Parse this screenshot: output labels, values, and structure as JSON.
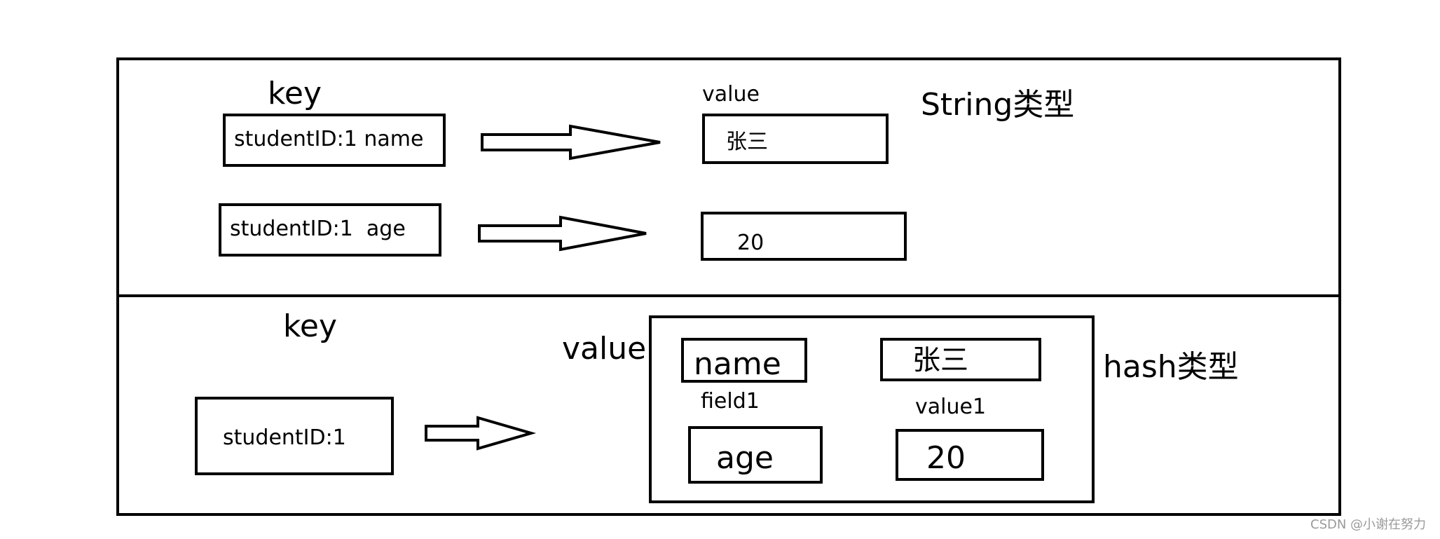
{
  "string_section": {
    "key_label": "key",
    "value_label": "value",
    "type_label": "String类型",
    "rows": [
      {
        "key": "studentID:1 name",
        "value": "张三"
      },
      {
        "key": "studentID:1  age",
        "value": "20"
      }
    ]
  },
  "hash_section": {
    "key_label": "key",
    "value_label": "value",
    "type_label": "hash类型",
    "key": "studentID:1",
    "field_caption": "field1",
    "value_caption": "value1",
    "fields": [
      {
        "field": "name",
        "value": "张三"
      },
      {
        "field": "age",
        "value": "20"
      }
    ]
  },
  "watermark": "CSDN @小谢在努力"
}
